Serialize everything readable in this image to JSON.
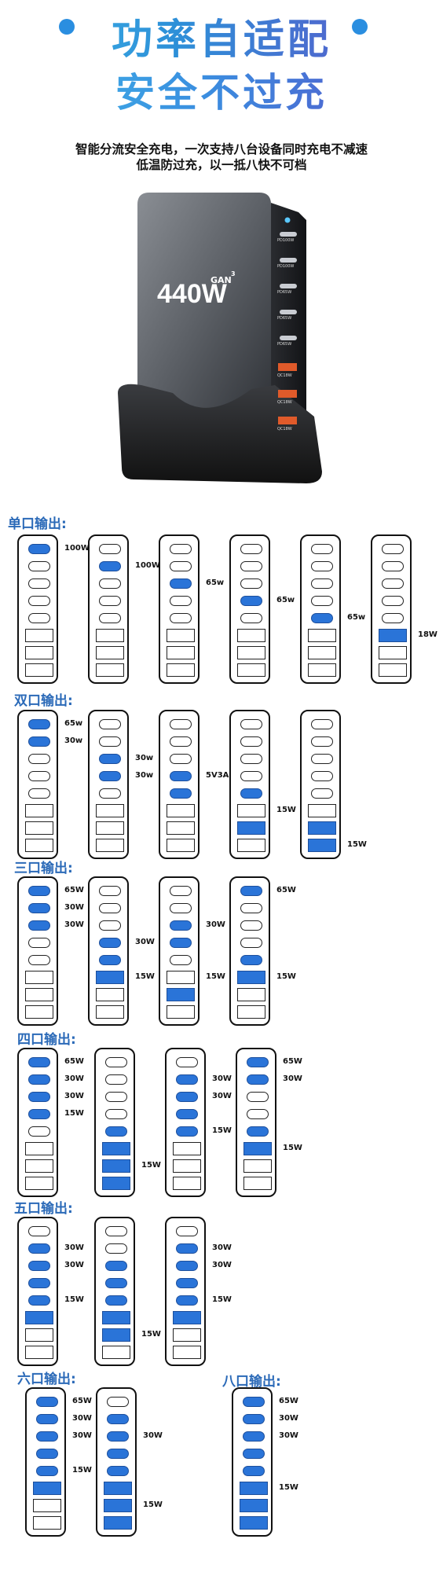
{
  "header": {
    "title_line1": "功率自适配",
    "title_line2": "安全不过充",
    "desc_line1": "智能分流安全充电，一次支持八台设备同时充电不减速",
    "desc_line2": "低温防过充，以一抵八快不可档"
  },
  "product": {
    "brand_text": "440W",
    "gan_text": "GAN",
    "gan_sup": "3",
    "port_labels": [
      "PD100W",
      "PD100W",
      "PD65W",
      "PD65W",
      "PD65W",
      "QC18W",
      "QC18W",
      "QC18W"
    ]
  },
  "colors": {
    "accent": "#2a74d8",
    "title_gradient": [
      "#3fb8e8",
      "#5a4fc8"
    ]
  },
  "sections": [
    {
      "title": "单口输出:",
      "devices": [
        {
          "active": [
            0
          ],
          "labels": [
            {
              "slot": 0,
              "text": "100W"
            }
          ]
        },
        {
          "active": [
            1
          ],
          "labels": [
            {
              "slot": 1,
              "text": "100W"
            }
          ]
        },
        {
          "active": [
            2
          ],
          "labels": [
            {
              "slot": 2,
              "text": "65w"
            }
          ]
        },
        {
          "active": [
            3
          ],
          "labels": [
            {
              "slot": 3,
              "text": "65w"
            }
          ]
        },
        {
          "active": [
            4
          ],
          "labels": [
            {
              "slot": 4,
              "text": "65w"
            }
          ]
        },
        {
          "active": [
            5
          ],
          "labels": [
            {
              "slot": 5,
              "text": "18W"
            }
          ]
        }
      ]
    },
    {
      "title": "双口输出:",
      "devices": [
        {
          "active": [
            0,
            1
          ],
          "labels": [
            {
              "slot": 0,
              "text": "65w"
            },
            {
              "slot": 1,
              "text": "30w"
            }
          ]
        },
        {
          "active": [
            2,
            3
          ],
          "labels": [
            {
              "slot": 2,
              "text": "30w"
            },
            {
              "slot": 3,
              "text": "30w"
            }
          ]
        },
        {
          "active": [
            3,
            4
          ],
          "labels": [
            {
              "slot": 3,
              "text": "5V3A"
            }
          ]
        },
        {
          "active": [
            4,
            6
          ],
          "labels": [
            {
              "slot": 5,
              "text": "15W"
            }
          ]
        },
        {
          "active": [
            6,
            7
          ],
          "labels": [
            {
              "slot": 7,
              "text": "15W"
            }
          ]
        }
      ]
    },
    {
      "title": "三口输出:",
      "devices": [
        {
          "active": [
            0,
            1,
            2
          ],
          "labels": [
            {
              "slot": 0,
              "text": "65W"
            },
            {
              "slot": 1,
              "text": "30W"
            },
            {
              "slot": 2,
              "text": "30W"
            }
          ]
        },
        {
          "active": [
            3,
            4,
            5
          ],
          "labels": [
            {
              "slot": 3,
              "text": "30W"
            },
            {
              "slot": 5,
              "text": "15W"
            }
          ]
        },
        {
          "active": [
            2,
            3,
            6
          ],
          "labels": [
            {
              "slot": 2,
              "text": "30W"
            },
            {
              "slot": 5,
              "text": "15W"
            }
          ]
        },
        {
          "active": [
            0,
            4,
            5
          ],
          "labels": [
            {
              "slot": 0,
              "text": "65W"
            },
            {
              "slot": 5,
              "text": "15W"
            }
          ]
        }
      ]
    },
    {
      "title": "四口输出:",
      "devices": [
        {
          "active": [
            0,
            1,
            2,
            3
          ],
          "labels": [
            {
              "slot": 0,
              "text": "65W"
            },
            {
              "slot": 1,
              "text": "30W"
            },
            {
              "slot": 2,
              "text": "30W"
            },
            {
              "slot": 3,
              "text": "15W"
            }
          ]
        },
        {
          "active": [
            4,
            5,
            6,
            7
          ],
          "labels": [
            {
              "slot": 6,
              "text": "15W"
            }
          ]
        },
        {
          "active": [
            1,
            2,
            3,
            4
          ],
          "labels": [
            {
              "slot": 1,
              "text": "30W"
            },
            {
              "slot": 2,
              "text": "30W"
            },
            {
              "slot": 4,
              "text": "15W"
            }
          ]
        },
        {
          "active": [
            0,
            1,
            4,
            5
          ],
          "labels": [
            {
              "slot": 0,
              "text": "65W"
            },
            {
              "slot": 1,
              "text": "30W"
            },
            {
              "slot": 5,
              "text": "15W"
            }
          ]
        }
      ]
    },
    {
      "title": "五口输出:",
      "devices": [
        {
          "active": [
            1,
            2,
            3,
            4,
            5
          ],
          "labels": [
            {
              "slot": 1,
              "text": "30W"
            },
            {
              "slot": 2,
              "text": "30W"
            },
            {
              "slot": 4,
              "text": "15W"
            }
          ]
        },
        {
          "active": [
            2,
            3,
            4,
            5,
            6
          ],
          "labels": [
            {
              "slot": 6,
              "text": "15W"
            }
          ]
        },
        {
          "active": [
            1,
            2,
            3,
            4,
            5
          ],
          "labels": [
            {
              "slot": 1,
              "text": "30W"
            },
            {
              "slot": 2,
              "text": "30W"
            },
            {
              "slot": 4,
              "text": "15W"
            }
          ]
        }
      ]
    },
    {
      "title": "六口输出:",
      "devices": [
        {
          "active": [
            0,
            1,
            2,
            3,
            4,
            5
          ],
          "labels": [
            {
              "slot": 0,
              "text": "65W"
            },
            {
              "slot": 1,
              "text": "30W"
            },
            {
              "slot": 2,
              "text": "30W"
            },
            {
              "slot": 4,
              "text": "15W"
            }
          ]
        },
        {
          "active": [
            1,
            2,
            3,
            4,
            5,
            6,
            7
          ],
          "labels": [
            {
              "slot": 2,
              "text": "30W"
            },
            {
              "slot": 6,
              "text": "15W"
            }
          ]
        }
      ]
    },
    {
      "title": "八口输出:",
      "devices": [
        {
          "active": [
            0,
            1,
            2,
            3,
            4,
            5,
            6,
            7
          ],
          "labels": [
            {
              "slot": 0,
              "text": "65W"
            },
            {
              "slot": 1,
              "text": "30W"
            },
            {
              "slot": 2,
              "text": "30W"
            },
            {
              "slot": 5,
              "text": "15W"
            }
          ]
        }
      ]
    }
  ]
}
